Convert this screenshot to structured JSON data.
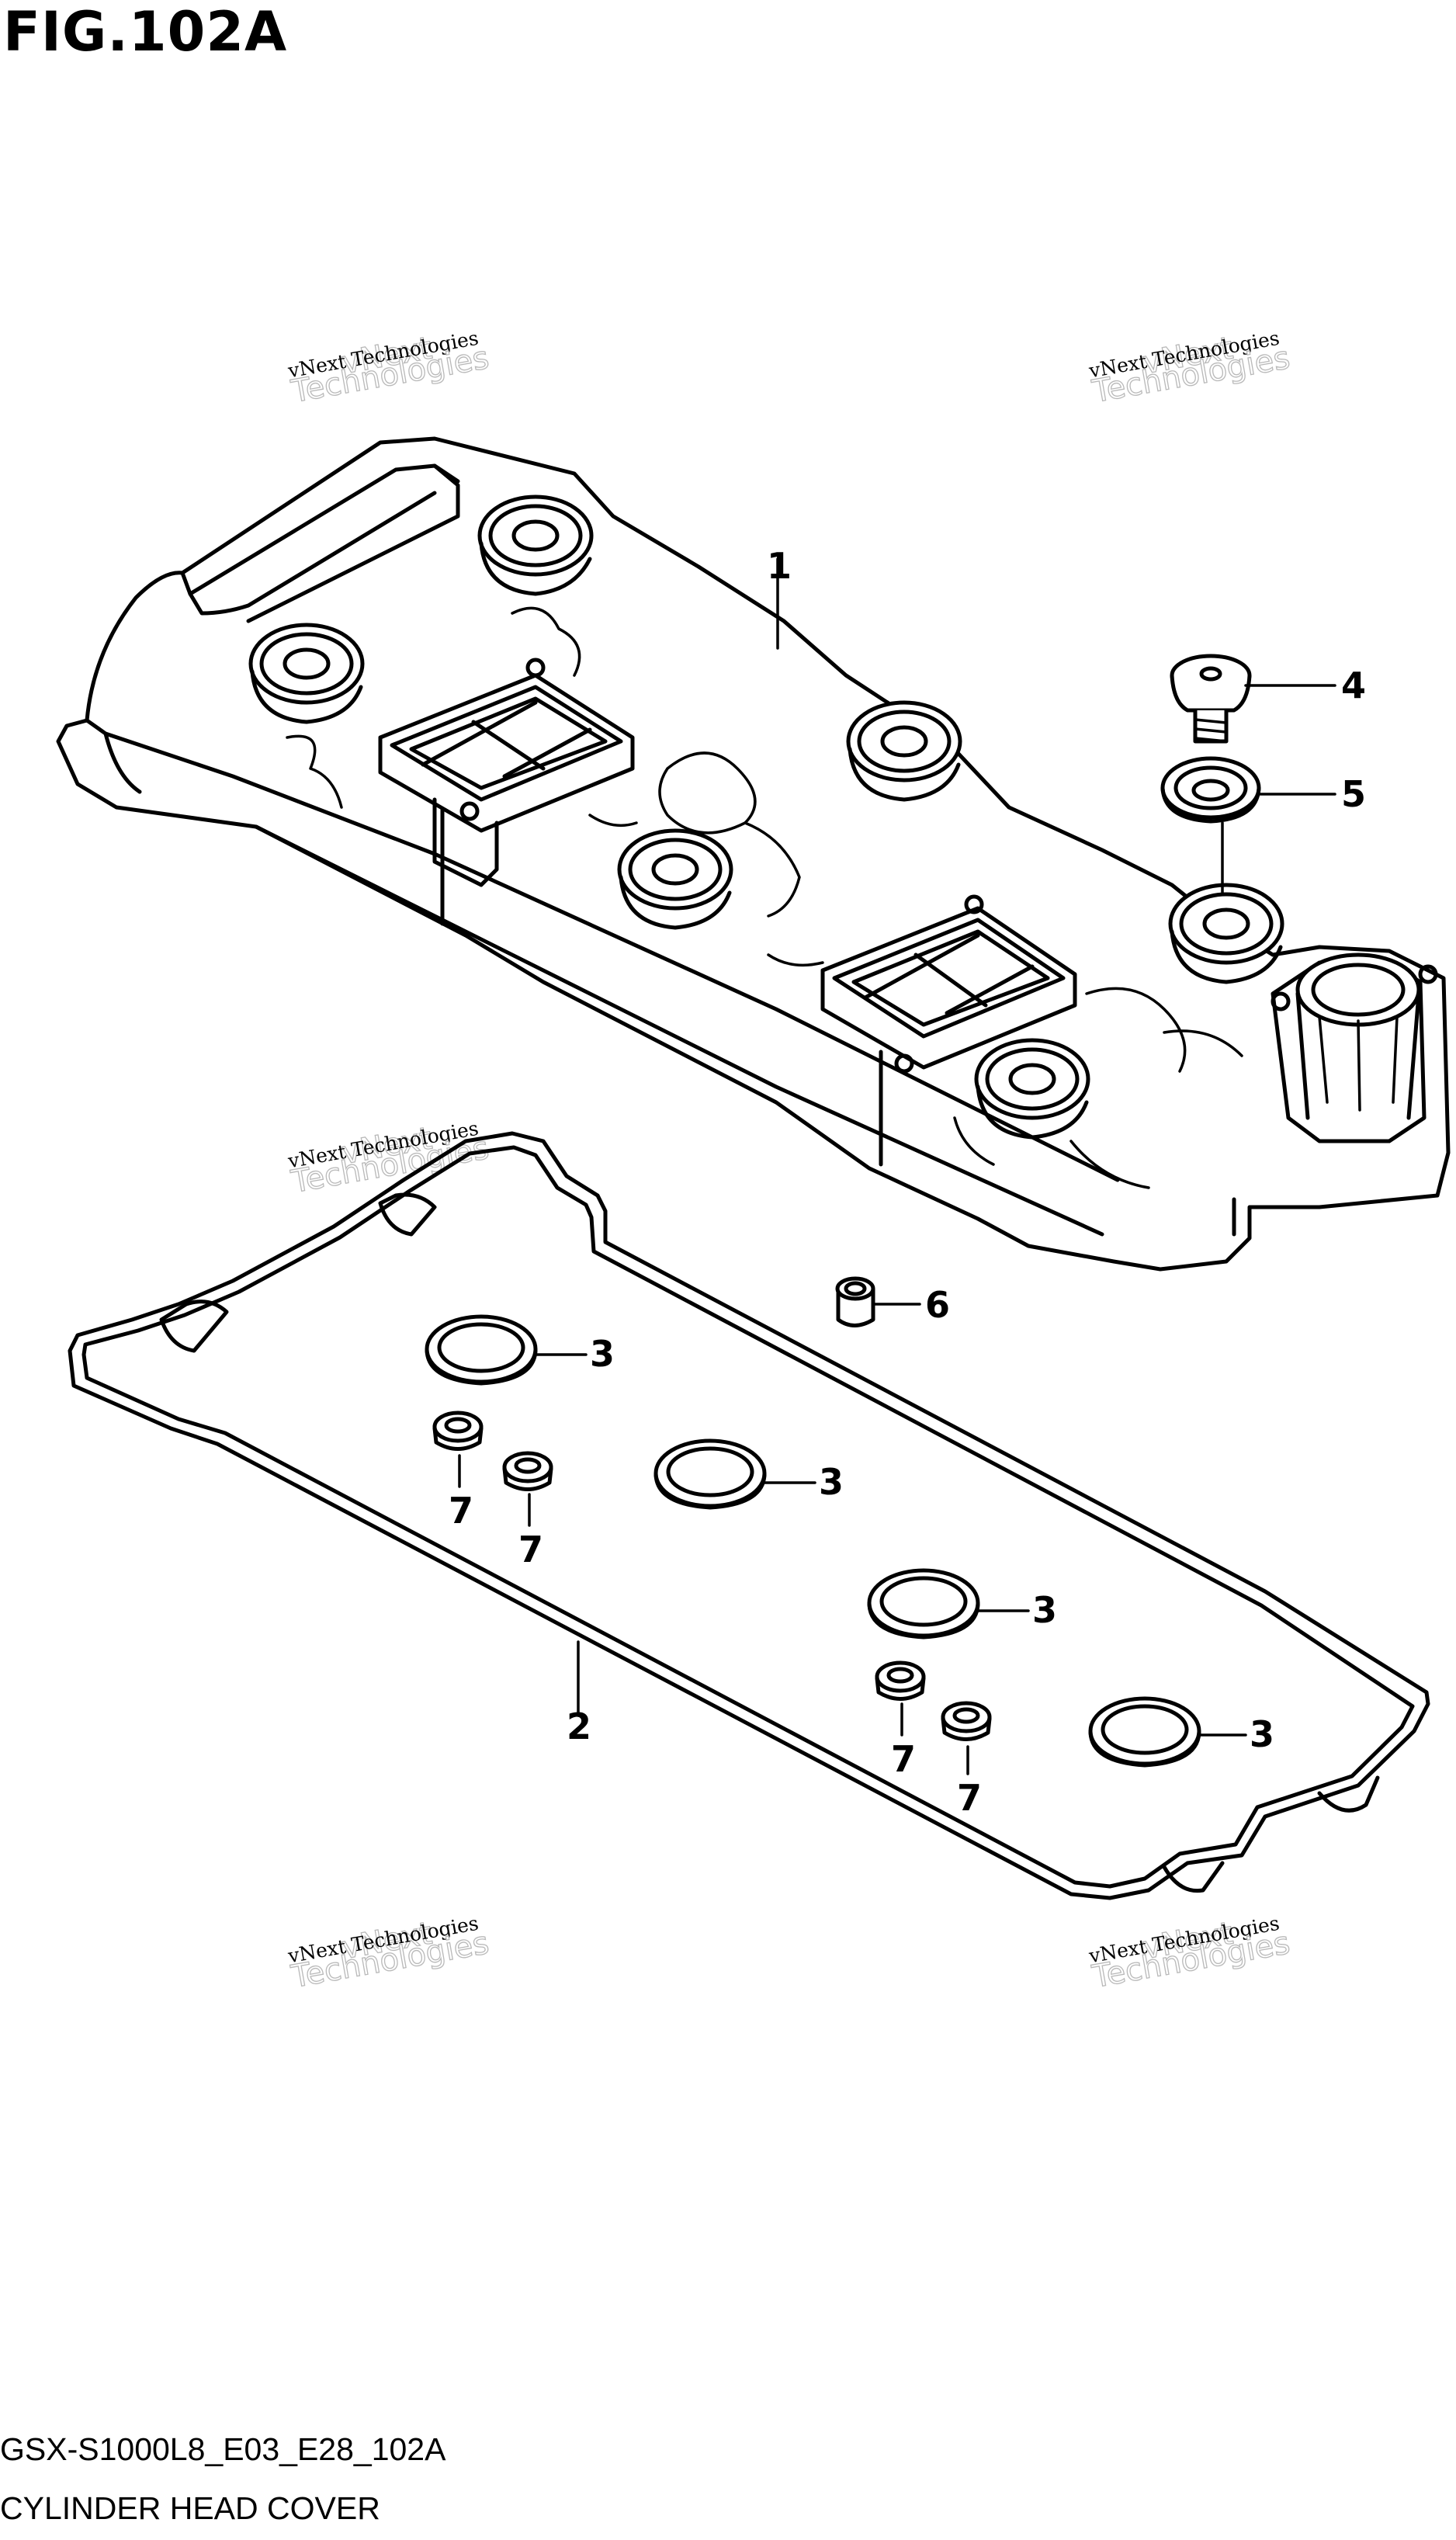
{
  "figure": {
    "title": "FIG.102A",
    "code": "GSX-S1000L8_E03_E28_102A",
    "caption": "CYLINDER HEAD COVER"
  },
  "watermark": {
    "line1": "vNext Technologies",
    "line2": "vNext",
    "line3": "Technologies"
  },
  "callouts": {
    "cover": "1",
    "gasket": "2",
    "plug_seal_a": "3",
    "plug_seal_b": "3",
    "plug_seal_c": "3",
    "plug_seal_d": "3",
    "bolt": "4",
    "grommet": "5",
    "dowel_pin": "6",
    "seal_a": "7",
    "seal_b": "7",
    "seal_c": "7",
    "seal_d": "7"
  }
}
